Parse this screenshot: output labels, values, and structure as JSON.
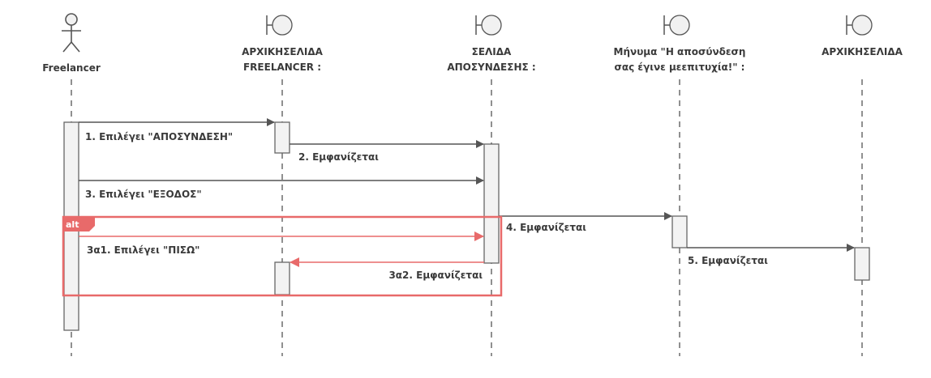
{
  "participants": [
    {
      "id": "freelancer",
      "type": "actor",
      "label_lines": [
        "Freelancer"
      ]
    },
    {
      "id": "home_freelancer",
      "type": "boundary",
      "label_lines": [
        "ΑΡΧΙΚΗΣΕΛΙΔΑ",
        "FREELANCER :"
      ]
    },
    {
      "id": "logout_page",
      "type": "boundary",
      "label_lines": [
        "ΣΕΛΙΔΑ",
        "ΑΠΟΣΥΝΔΕΣΗΣ :"
      ]
    },
    {
      "id": "message",
      "type": "boundary",
      "label_lines": [
        "Μήνυμα \"Η αποσύνδεση",
        "σας έγινε μεεπιτυχία!\" :"
      ]
    },
    {
      "id": "home",
      "type": "boundary",
      "label_lines": [
        "ΑΡΧΙΚΗΣΕΛΙΔΑ"
      ]
    }
  ],
  "messages": [
    {
      "id": "m1",
      "label": "1. Επιλέγει \"ΑΠΟΣΥΝΔΕΣΗ\""
    },
    {
      "id": "m2",
      "label": "2. Εμφανίζεται"
    },
    {
      "id": "m3",
      "label": "3. Επιλέγει \"ΕΞΟΔΟΣ\""
    },
    {
      "id": "m4",
      "label": "4. Εμφανίζεται"
    },
    {
      "id": "m5",
      "label": "5. Εμφανίζεται"
    },
    {
      "id": "m3a1",
      "label": "3α1. Επιλέγει \"ΠΙΣΩ\""
    },
    {
      "id": "m3a2",
      "label": "3α2. Εμφανίζεται"
    }
  ],
  "fragment": {
    "operator": "alt"
  },
  "colors": {
    "line": "#555555",
    "activation_fill": "#f3f3f3",
    "alt_frame": "#e86a6a",
    "alt_frame_fill": "#e86a6a"
  }
}
